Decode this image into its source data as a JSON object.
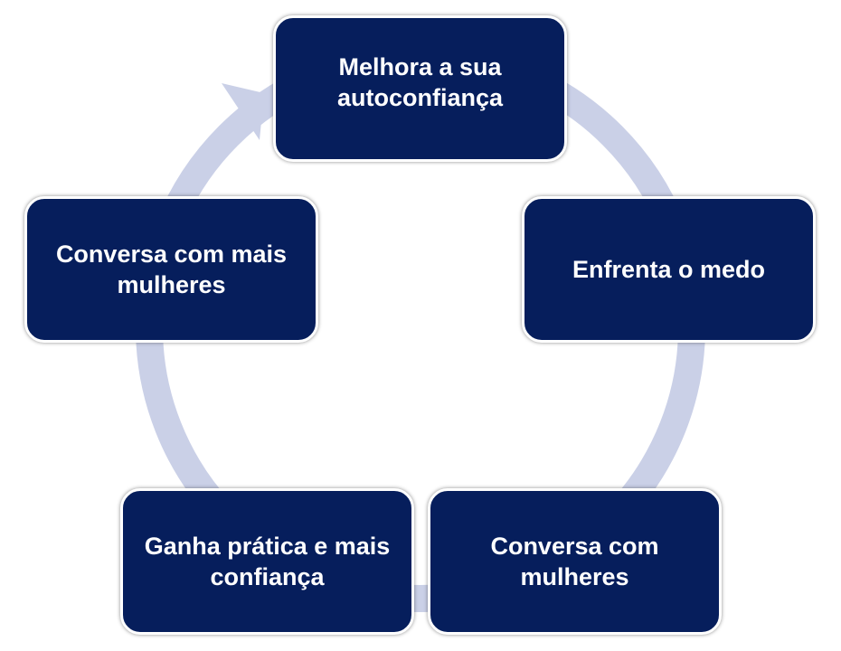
{
  "diagram": {
    "type": "cycle",
    "colors": {
      "box": "#061e5c",
      "ring": "#cad0e7",
      "text": "#ffffff"
    },
    "steps": [
      {
        "label": "Melhora a sua autoconfiança"
      },
      {
        "label": "Enfrenta o medo"
      },
      {
        "label": "Conversa com mulheres"
      },
      {
        "label": "Ganha prática e mais confiança"
      },
      {
        "label": "Conversa com mais mulheres"
      }
    ]
  }
}
